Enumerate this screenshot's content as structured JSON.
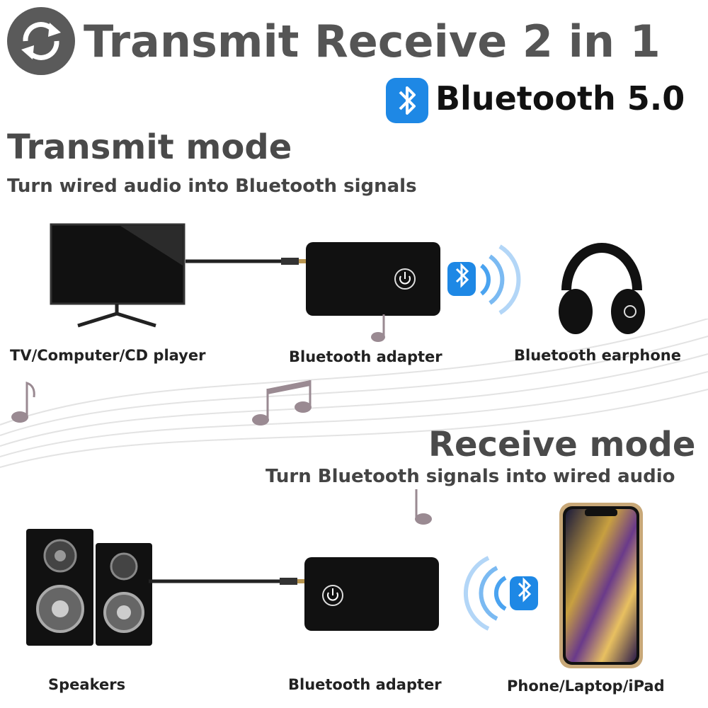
{
  "header": {
    "title": "Transmit Receive 2 in 1",
    "bluetooth_version": "Bluetooth 5.0"
  },
  "transmit": {
    "title": "Transmit mode",
    "subtitle": "Turn wired audio into Bluetooth signals",
    "captions": {
      "source": "TV/Computer/CD player",
      "adapter": "Bluetooth adapter",
      "output": "Bluetooth earphone"
    }
  },
  "receive": {
    "title": "Receive mode",
    "subtitle": "Turn Bluetooth signals into wired audio",
    "captions": {
      "output": "Speakers",
      "adapter": "Bluetooth adapter",
      "source": "Phone/Laptop/iPad"
    }
  },
  "colors": {
    "bluetooth_blue": "#1e88e5",
    "heading_gray": "#4a4a4a",
    "device_black": "#111111"
  },
  "icons": [
    "sync-icon",
    "bluetooth-icon",
    "music-note-icon",
    "power-icon"
  ]
}
